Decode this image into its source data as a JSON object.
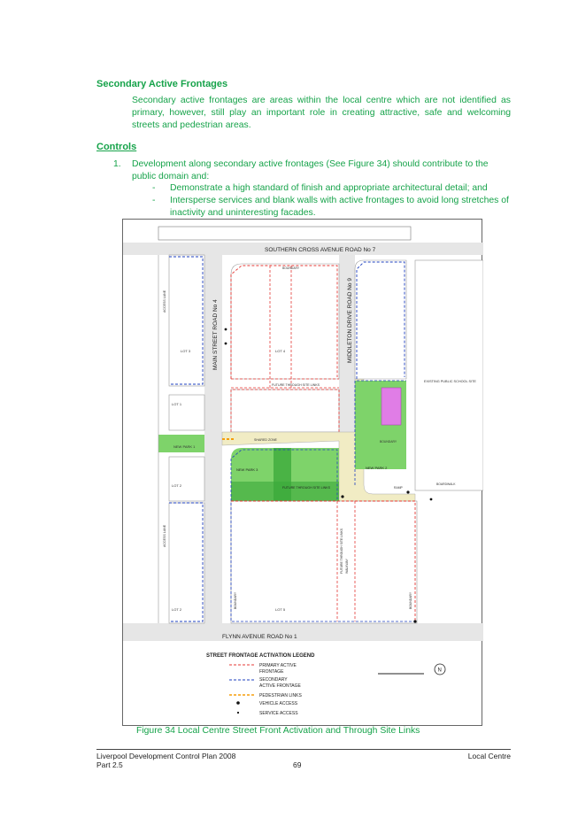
{
  "section_heading": "Secondary Active Frontages",
  "section_paragraph": "Secondary active frontages are areas within the local centre which are not identified as primary, however, still play an important role in creating attractive, safe and welcoming streets and pedestrian areas.",
  "controls_heading": "Controls",
  "controls": {
    "number": "1.",
    "text": "Development along secondary active frontages (See Figure 34) should contribute to the public domain and:",
    "sub_items": [
      "Demonstrate a high standard of finish and appropriate architectural detail; and",
      "Intersperse services and blank walls with active frontages to avoid long stretches of inactivity and uninteresting facades."
    ],
    "dash": "-"
  },
  "figure": {
    "roads": {
      "north": "SOUTHERN CROSS AVENUE  ROAD No 7",
      "south": "FLYNN AVENUE ROAD No 1",
      "main": "MAIN STREET ROAD No 4",
      "middleton": "MIDDLETON DRIVE ROAD No 9"
    },
    "labels": {
      "access_lane_top": "ACCESS LANE",
      "access_lane_bottom": "ACCESS LANE",
      "lot3": "LOT 3",
      "lot1": "LOT 1",
      "lot2": "LOT 2",
      "lot2b": "LOT 2",
      "lot4": "LOT 4",
      "lot5": "LOT 5",
      "new_park1": "NEW PARK 1",
      "new_park2": "NEW PARK 2",
      "new_park3": "NEW PARK 3",
      "school": "EXISTING PUBLIC SCHOOL SITE",
      "future_links_top": "FUTURE THROUGH SITE LINKS",
      "future_links_mid": "FUTURE THROUGH SITE LINKS",
      "future_links_bottom": "FUTURE THROUGH SITE LINKS",
      "shared_zone": "SHARED ZONE",
      "boundary_a": "BOUNDARY",
      "boundary_b": "BOUNDARY",
      "boundary_c": "BOUNDARY",
      "boundary_d": "BOUNDARY",
      "boardwalk": "BOARDWALK",
      "ramp": "RAMP",
      "walkway": "WALKWAY"
    },
    "legend": {
      "title": "STREET FRONTAGE ACTIVATION LEGEND",
      "primary": [
        "PRIMARY ACTIVE",
        "FRONTAGE"
      ],
      "secondary": [
        "SECONDARY",
        "ACTIVE FRONTAGE"
      ],
      "pedestrian": "PEDESTRIAN LINKS",
      "vehicle": "VEHICLE ACCESS",
      "service": "SERVICE ACCESS",
      "north_mark": "N"
    },
    "colors": {
      "primary": "#e53935",
      "secondary": "#1e3fbf",
      "pedestrian": "#f59e0b",
      "park": "#7ed36a",
      "park_dark": "#3aa83a",
      "shared": "#f1ecc4",
      "purple": "#e07de6",
      "road": "#cfcfcf"
    }
  },
  "caption": "Figure 34 Local Centre Street Front Activation and Through Site Links",
  "footer": {
    "left1": "Liverpool Development Control Plan 2008",
    "left2": "Part 2.5",
    "page": "69",
    "right": "Local Centre"
  }
}
